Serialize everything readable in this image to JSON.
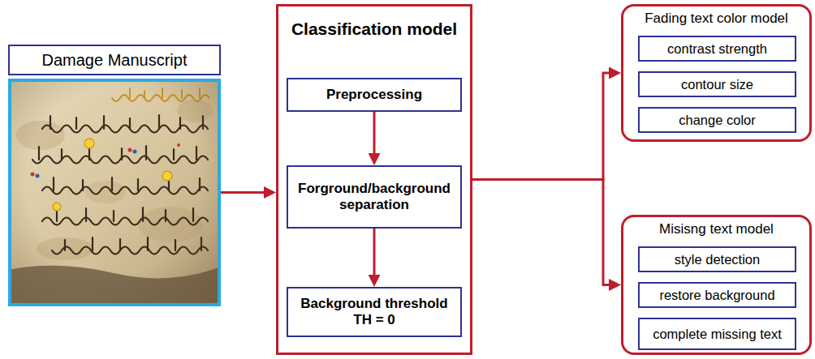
{
  "diagram": {
    "nodes": [
      {
        "text": [
          "Damage Manuscript"
        ]
      },
      {
        "text": [
          "Classification model"
        ]
      },
      {
        "text": [
          "Preprocessing"
        ],
        "in": 1
      },
      {
        "text": [
          "Forground/background separation"
        ],
        "in": 1
      },
      {
        "text": [
          "Background threshold TH = 0"
        ],
        "in": 1
      },
      {
        "text": [
          "Fading text color model"
        ]
      },
      {
        "text": [
          "contrast strength"
        ],
        "in": 5
      },
      {
        "text": [
          "contour size"
        ],
        "in": 5
      },
      {
        "text": [
          "change color"
        ],
        "in": 5
      },
      {
        "text": [
          "Misisng text model"
        ]
      },
      {
        "text": [
          "style detection"
        ],
        "in": 9
      },
      {
        "text": [
          "restore background"
        ],
        "in": 9
      },
      {
        "text": [
          "complete missing text"
        ],
        "in": 9
      }
    ],
    "edges": [
      {
        "from": 0,
        "to": 1,
        "arrow": "to"
      },
      {
        "from": 2,
        "to": 3,
        "arrow": "to"
      },
      {
        "from": 3,
        "to": 4,
        "arrow": "to"
      },
      {
        "from": 1,
        "to": 5,
        "arrow": "to"
      },
      {
        "from": 1,
        "to": 9,
        "arrow": "to"
      }
    ]
  }
}
